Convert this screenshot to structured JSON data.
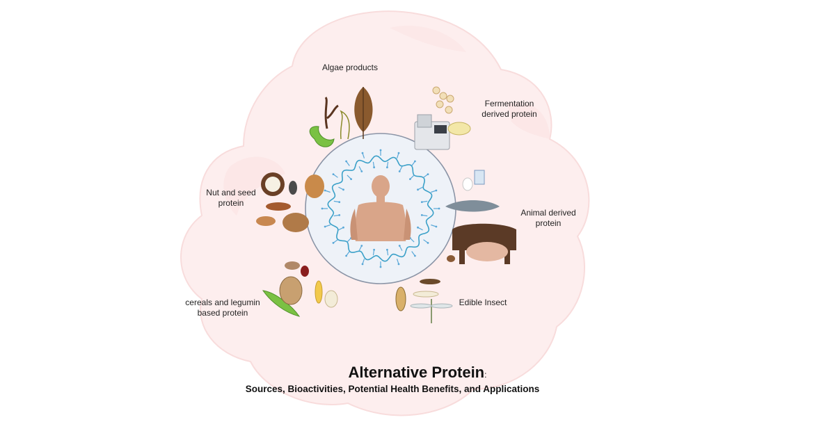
{
  "title": "Alternative Protein",
  "title_punct": ":",
  "subtitle": "Sources, Bioactivities, Potential Health Benefits, and Applications",
  "colors": {
    "blob_fill": "#fdeeee",
    "blob_edge": "#f7d5d5",
    "center_fill": "#eef2f8",
    "center_edge": "#8a94a6",
    "ring": "#3aa0c8",
    "antibody": "#5aa8d8",
    "skin": "#d9a589"
  },
  "sources": [
    {
      "id": "algae",
      "lines": [
        "Algae products"
      ],
      "icon": "seaweed-icon"
    },
    {
      "id": "fermentation",
      "lines": [
        "Fermentation",
        "derived protein"
      ],
      "icon": "bioreactor-icon"
    },
    {
      "id": "animal",
      "lines": [
        "Animal derived",
        "protein"
      ],
      "icon": "livestock-icon"
    },
    {
      "id": "insect",
      "lines": [
        "Edible Insect"
      ],
      "icon": "insect-icon"
    },
    {
      "id": "cereals",
      "lines": [
        "cereals and legumin",
        "based protein"
      ],
      "icon": "legume-icon"
    },
    {
      "id": "nut",
      "lines": [
        "Nut and seed",
        "protein"
      ],
      "icon": "nut-icon"
    }
  ]
}
